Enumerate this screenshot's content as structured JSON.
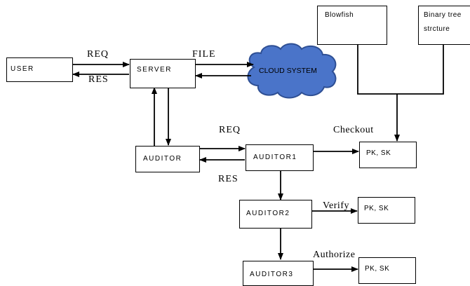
{
  "nodes": {
    "user": "USER",
    "server": "SERVER",
    "cloud": "CLOUD SYSTEM",
    "blowfish": "Blowfish",
    "binary_tree_line1": "Binary tree",
    "binary_tree_line2": "strcture",
    "auditor": "AUDITOR",
    "auditor1": "AUDITOR1",
    "auditor2": "AUDITOR2",
    "auditor3": "AUDITOR3",
    "keys1": "PK, SK",
    "keys2": "PK, SK",
    "keys3": "PK, SK"
  },
  "edge_labels": {
    "user_req": "REQ",
    "user_res": "RES",
    "file": "FILE",
    "auditor_req": "REQ",
    "auditor_res": "RES",
    "checkout": "Checkout",
    "verify": "Verify",
    "authorize": "Authorize"
  },
  "colors": {
    "cloud_fill": "#4a74c9",
    "cloud_stroke": "#2e4f94",
    "line": "#000000"
  }
}
